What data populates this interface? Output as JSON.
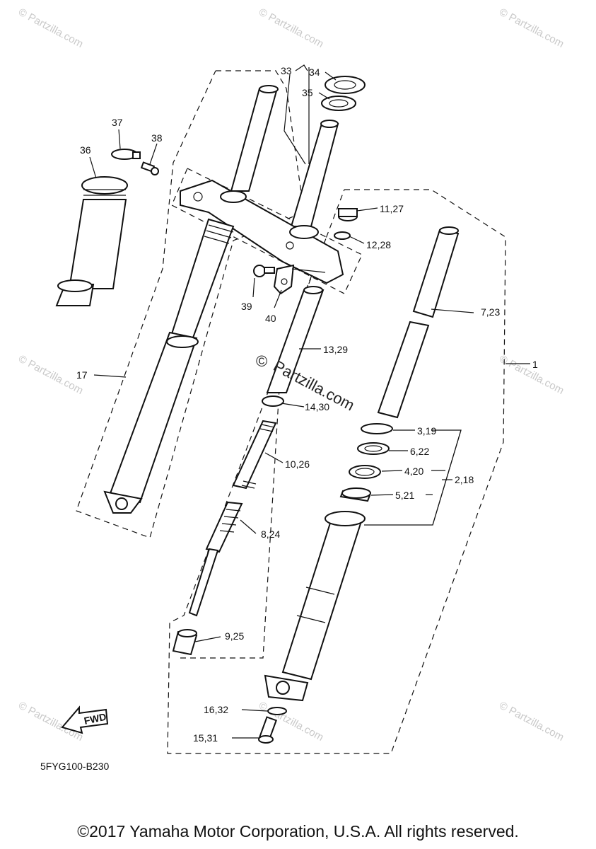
{
  "labels": {
    "l33": "33",
    "l34": "34",
    "l35": "35",
    "l37": "37",
    "l38": "38",
    "l36": "36",
    "l11": "11,27",
    "l12": "12,28",
    "l39": "39",
    "l40": "40",
    "l7": "7,23",
    "l13": "13,29",
    "l1": "1",
    "l17": "17",
    "l14": "14,30",
    "l3": "3,19",
    "l6": "6,22",
    "l10": "10,26",
    "l4": "4,20",
    "l2": "2,18",
    "l5": "5,21",
    "l8": "8,24",
    "l9": "9,25",
    "l16": "16,32",
    "l15": "15,31"
  },
  "fwd_label": "FWD",
  "diagram_code": "5FYG100-B230",
  "watermark": {
    "small": "© Partzilla.com",
    "center_symbol": "©",
    "center_text": "Partzilla.com"
  },
  "copyright": "©2017 Yamaha Motor Corporation, U.S.A. All rights reserved."
}
